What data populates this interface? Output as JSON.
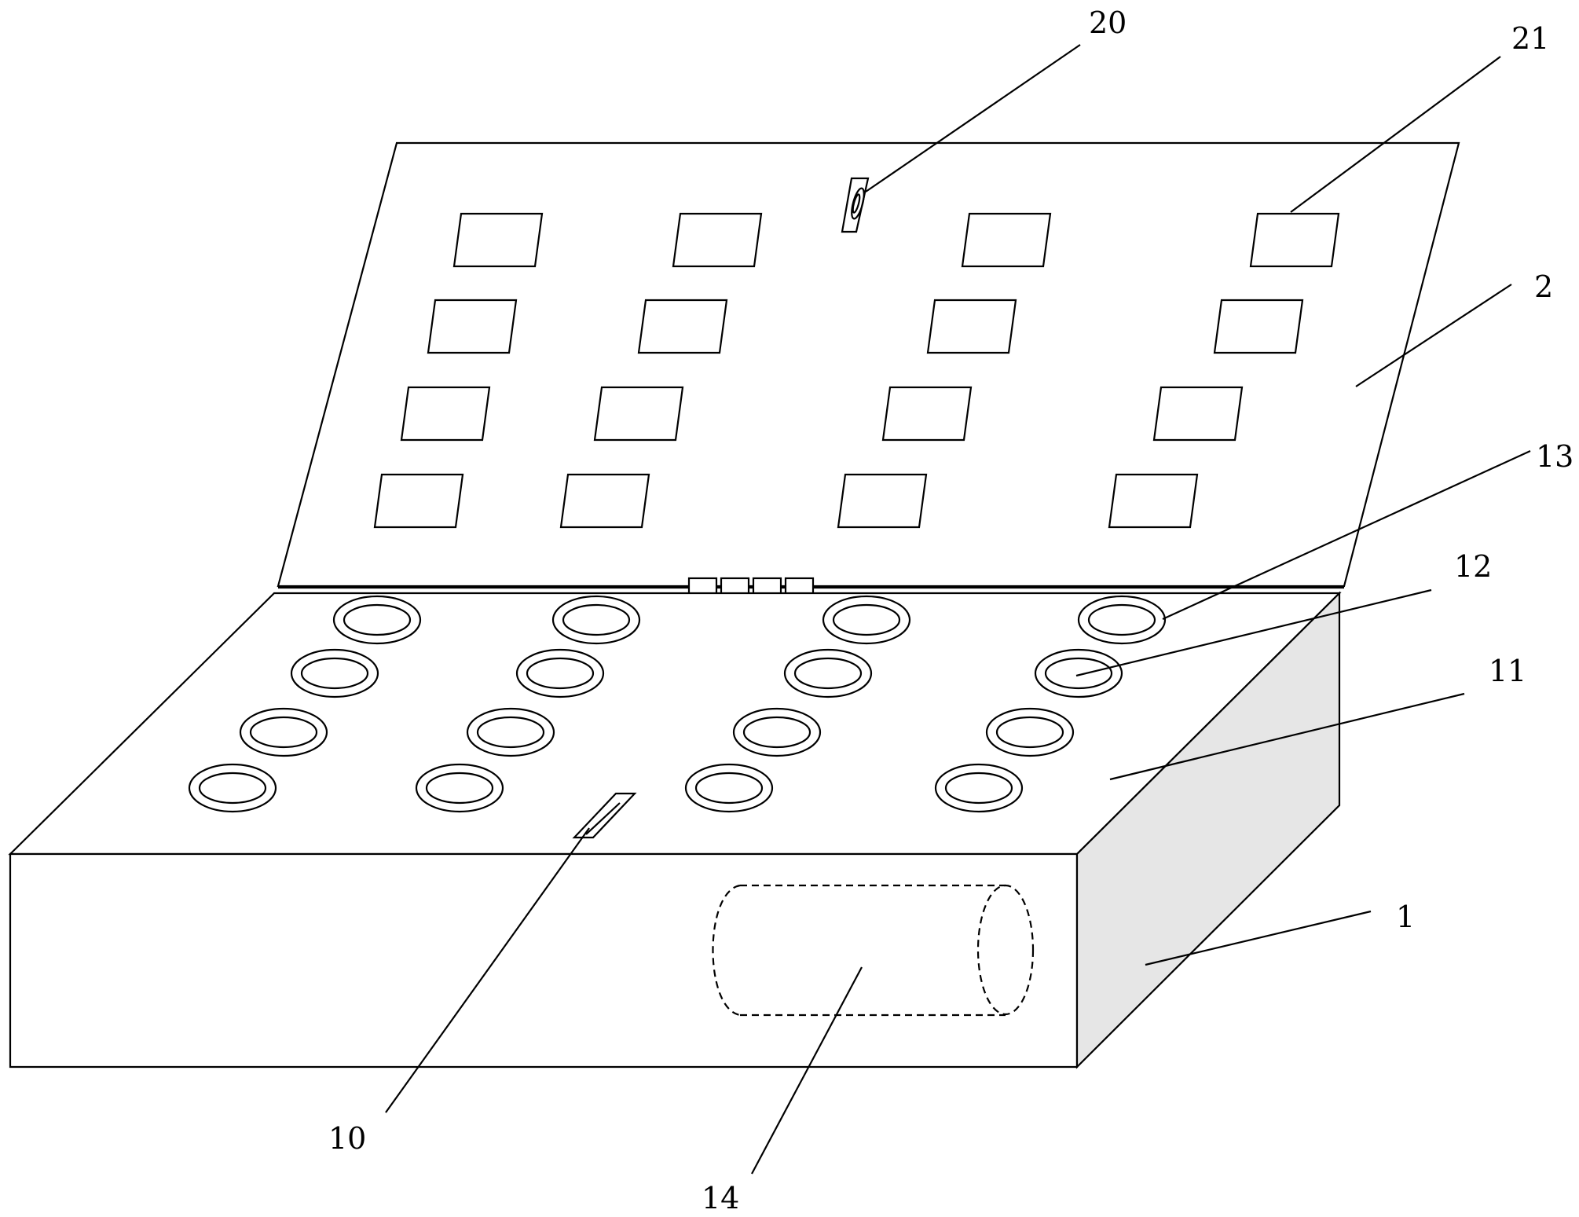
{
  "references": {
    "box_body": "1",
    "lid": "2",
    "lock_base": "10",
    "top_surface": "11",
    "well": "12",
    "ring": "13",
    "compartment": "14",
    "lock_catch": "20",
    "window": "21"
  }
}
